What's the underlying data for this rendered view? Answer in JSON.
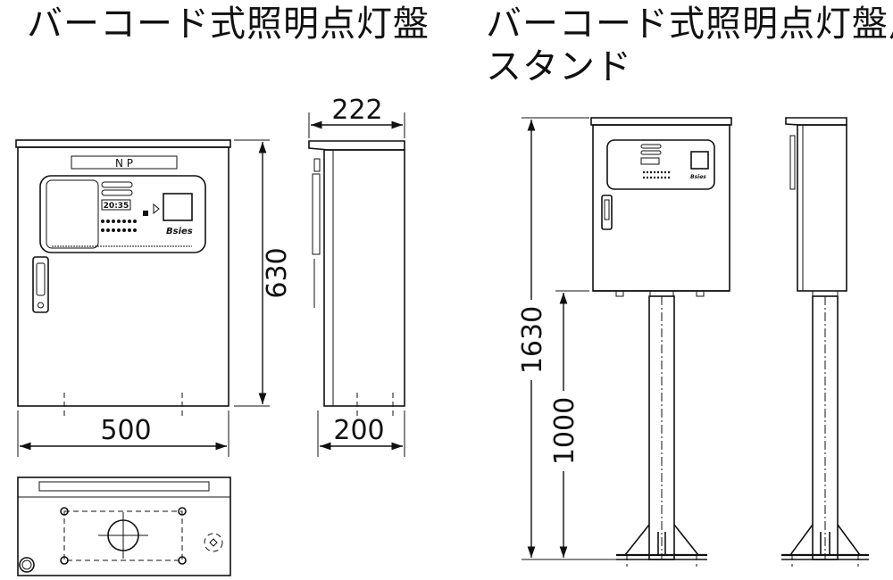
{
  "titles": {
    "panel": "バーコード式照明点灯盤",
    "stand_line1": "バーコード式照明点灯盤用",
    "stand_line2": "スタンド"
  },
  "panel_front": {
    "nameplate": "N  P",
    "clock": "20:35",
    "logo": "Bsies"
  },
  "dimensions": {
    "side_top_width": "222",
    "height": "630",
    "width": "500",
    "depth": "200",
    "stand_total_height": "1630",
    "stand_pole_height": "1000"
  }
}
